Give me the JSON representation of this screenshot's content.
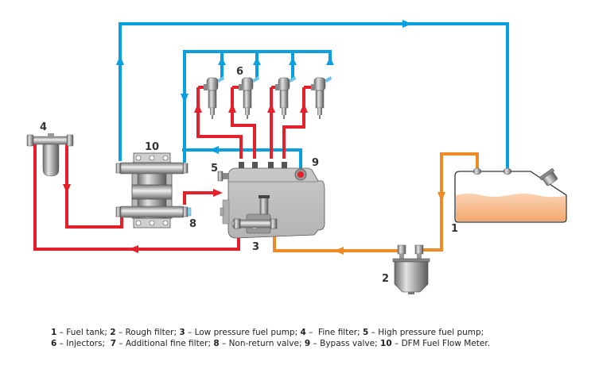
{
  "diagram": {
    "colors": {
      "return_line": "#0aa0e0",
      "high_pressure_line": "#e4202a",
      "low_pressure_line": "#f08a24",
      "fuel": "#f4b88a",
      "metal": "#a8a8a8"
    },
    "labels": {
      "tank": "1",
      "rough_filter": "2",
      "low_pressure_pump": "3",
      "fine_filter": "4",
      "high_pressure_pump": "5",
      "injectors": "6",
      "non_return_valve": "8",
      "bypass_valve": "9",
      "flow_meter": "10"
    }
  },
  "legend": {
    "line1": [
      {
        "num": "1",
        "text": " – Fuel tank; "
      },
      {
        "num": "2",
        "text": " – Rough filter; "
      },
      {
        "num": "3",
        "text": " – Low pressure fuel pump; "
      },
      {
        "num": "4",
        "text": " –  Fine filter; "
      },
      {
        "num": "5",
        "text": " – High pressure fuel pump;"
      }
    ],
    "line2": [
      {
        "num": "6",
        "text": " – Injectors;  "
      },
      {
        "num": "7",
        "text": " – Additional fine filter; "
      },
      {
        "num": "8",
        "text": " – Non-return valve; "
      },
      {
        "num": "9",
        "text": " – Bypass valve; "
      },
      {
        "num": "10",
        "text": " – DFM Fuel Flow Meter."
      }
    ]
  }
}
